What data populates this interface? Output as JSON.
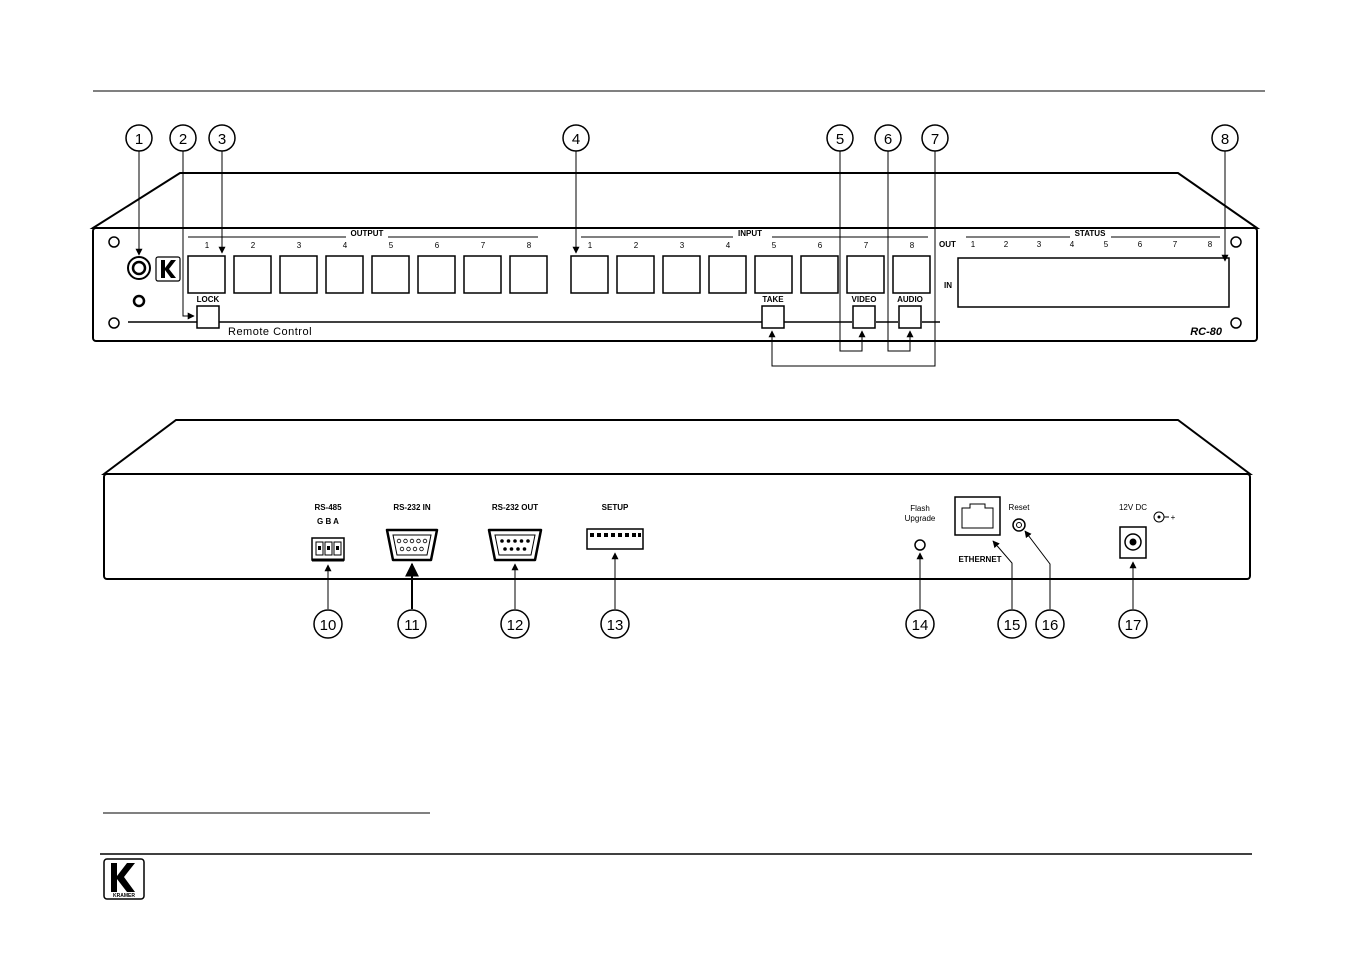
{
  "front_panel": {
    "output_label": "OUTPUT",
    "input_label": "INPUT",
    "status_label": "STATUS",
    "output_numbers": [
      "1",
      "2",
      "3",
      "4",
      "5",
      "6",
      "7",
      "8"
    ],
    "input_numbers": [
      "1",
      "2",
      "3",
      "4",
      "5",
      "6",
      "7",
      "8"
    ],
    "status_numbers": [
      "1",
      "2",
      "3",
      "4",
      "5",
      "6",
      "7",
      "8"
    ],
    "status_out_label": "OUT",
    "status_in_label": "IN",
    "lock_label": "LOCK",
    "take_label": "TAKE",
    "video_label": "VIDEO",
    "audio_label": "AUDIO",
    "remote_control_label": "Remote Control",
    "model_label": "RC-80"
  },
  "rear_panel": {
    "rs485_label": "RS-485",
    "rs485_pins": "G B A",
    "rs232_in_label": "RS-232 IN",
    "rs232_out_label": "RS-232 OUT",
    "setup_label": "SETUP",
    "flash_label_line1": "Flash",
    "flash_label_line2": "Upgrade",
    "ethernet_label": "ETHERNET",
    "reset_label": "Reset",
    "power_label": "12V DC"
  },
  "callouts": {
    "front": [
      "1",
      "2",
      "3",
      "4",
      "5",
      "6",
      "7",
      "8"
    ],
    "rear": [
      "10",
      "11",
      "12",
      "13",
      "14",
      "15",
      "16",
      "17"
    ]
  },
  "footer": {
    "logo_brand": "KRAMER"
  }
}
